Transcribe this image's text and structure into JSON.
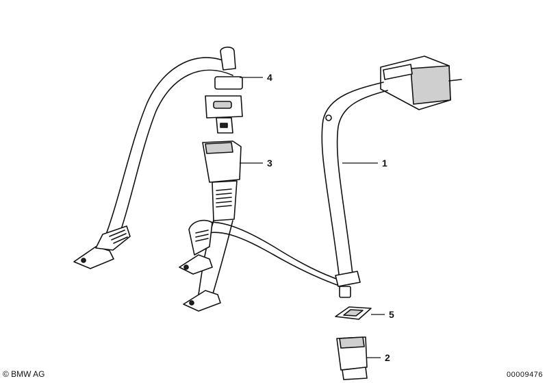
{
  "callouts": {
    "c1": "1",
    "c2": "2",
    "c3": "3",
    "c4": "4",
    "c5": "5"
  },
  "footer": {
    "copyright": "© BMW AG",
    "diagram_number": "00009476"
  }
}
